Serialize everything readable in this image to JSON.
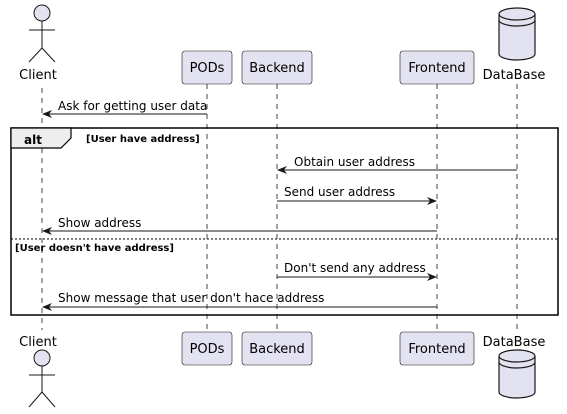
{
  "participants": {
    "client": "Client",
    "pods": "PODs",
    "backend": "Backend",
    "frontend": "Frontend",
    "database": "DataBase"
  },
  "messages": {
    "m1": "Ask for getting user data",
    "m2": "Obtain user address",
    "m3": "Send user address",
    "m4": "Show address",
    "m5": "Don't send any address",
    "m6": "Show message that user don't hace address"
  },
  "alt": {
    "keyword": "alt",
    "guard1": "[User have address]",
    "guard2": "[User doesn't have address]"
  },
  "colors": {
    "participant_fill": "#E2E2F0",
    "participant_border": "#181818",
    "lifeline": "#181818",
    "frame_fill": "#EEEEEE"
  }
}
